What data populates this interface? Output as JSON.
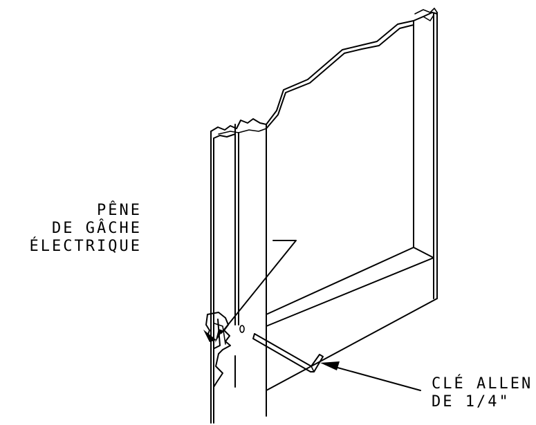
{
  "callouts": {
    "strike_bolt": {
      "lines": [
        "PÊNE",
        "DE GÂCHE",
        "ÉLECTRIQUE"
      ]
    },
    "allen_key": {
      "lines": [
        "CLÉ ALLEN",
        "DE 1/4\""
      ]
    }
  },
  "colors": {
    "ink": "#000000",
    "background": "#ffffff"
  }
}
